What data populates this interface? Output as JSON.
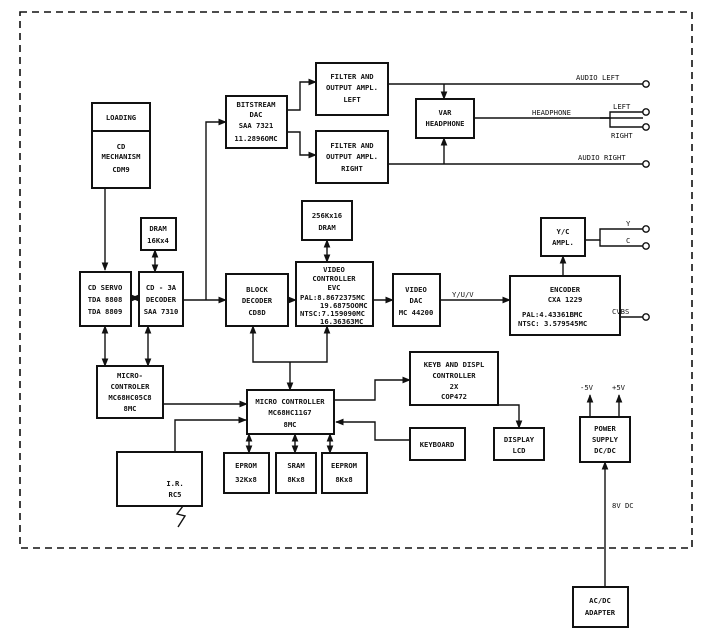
{
  "blocks": {
    "loading": [
      "LOADING"
    ],
    "cd_mechanism": [
      "CD",
      "MECHANISM",
      "CDM9"
    ],
    "dram_16k": [
      "DRAM",
      "16Kx4"
    ],
    "cd_servo": [
      "CD SERVO",
      "TDA 8808",
      "TDA 8809"
    ],
    "cd_decoder": [
      "CD - 3A",
      "DECODER",
      "SAA 7310"
    ],
    "bitstream_dac": [
      "BITSTREAM",
      "DAC",
      "SAA 7321",
      "11.2896OMC"
    ],
    "filter_left": [
      "FILTER AND",
      "OUTPUT AMPL.",
      "LEFT"
    ],
    "filter_right": [
      "FILTER AND",
      "OUTPUT AMPL.",
      "RIGHT"
    ],
    "var_headphone": [
      "VAR",
      "HEADPHONE"
    ],
    "dram_256k": [
      "256Kx16",
      "DRAM"
    ],
    "block_decoder": [
      "BLOCK",
      "DECODER",
      "CD8D"
    ],
    "video_controller": [
      "VIDEO",
      "CONTROLLER",
      "EVC",
      "PAL:8.8672375MC",
      "19.6875OOMC",
      "NTSC:7.159090MC",
      "16.36363MC"
    ],
    "video_dac": [
      "VIDEO",
      "DAC",
      "MC 44200"
    ],
    "yc_ampl": [
      "Y/C",
      "AMPL."
    ],
    "encoder": [
      "ENCODER",
      "CXA 1229",
      "PAL:4.43361BMC",
      "NTSC: 3.579545MC"
    ],
    "micro_controller_left": [
      "MICRO-",
      "CONTROLER",
      "MC68HC05C8",
      "8MC"
    ],
    "micro_controller_main": [
      "MICRO CONTROLLER",
      "MC68HC11G7",
      "8MC"
    ],
    "keyb_displ_controller": [
      "KEYB AND DISPL",
      "CONTROLLER",
      "2X",
      "COP472"
    ],
    "keyboard": [
      "KEYBOARD"
    ],
    "display": [
      "DISPLAY",
      "LCD"
    ],
    "ir": [
      "I.R.",
      "RC5"
    ],
    "eprom": [
      "EPROM",
      "32Kx8"
    ],
    "sram": [
      "SRAM",
      "8Kx8"
    ],
    "eeprom": [
      "EEPROM",
      "8Kx8"
    ],
    "power_supply": [
      "POWER",
      "SUPPLY",
      "DC/DC"
    ],
    "acdc_adapter": [
      "AC/DC",
      "ADAPTER"
    ]
  },
  "signals": {
    "audio_left": "AUDIO LEFT",
    "headphone": "HEADPHONE",
    "left": "LEFT",
    "right": "RIGHT",
    "audio_right": "AUDIO RIGHT",
    "y": "Y",
    "c": "C",
    "yuv": "Y/U/V",
    "cvbs": "CVBS",
    "minus5v": "-5V",
    "plus5v": "+5V",
    "dc8v": "8V DC"
  }
}
